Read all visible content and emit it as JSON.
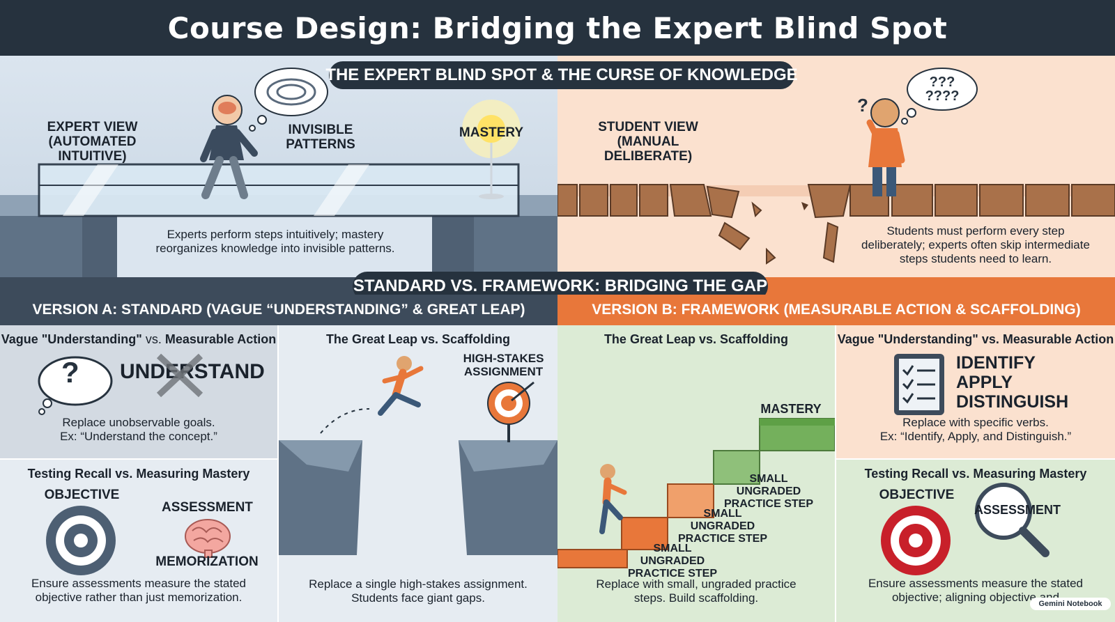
{
  "title": "Course Design: Bridging the Expert Blind Spot",
  "top_section": {
    "header": "THE EXPERT BLIND SPOT & THE CURSE OF KNOWLEDGE",
    "expert": {
      "label_line1": "EXPERT VIEW",
      "label_line2": "(AUTOMATED INTUITIVE)",
      "patterns_line1": "INVISIBLE",
      "patterns_line2": "PATTERNS",
      "mastery": "MASTERY",
      "caption_line1": "Experts perform steps intuitively; mastery",
      "caption_line2": "reorganizes knowledge into invisible patterns."
    },
    "student": {
      "label_line1": "STUDENT VIEW",
      "label_line2": "(MANUAL DELIBERATE)",
      "question_mark": "?",
      "thought": "??? ????",
      "caption_line1": "Students must perform every step",
      "caption_line2": "deliberately; experts often skip intermediate",
      "caption_line3": "steps students need to learn."
    }
  },
  "bottom_section": {
    "header": "STANDARD VS. FRAMEWORK: BRIDGING THE GAP",
    "version_a": "VERSION A: STANDARD (VAGUE “UNDERSTANDING” & GREAT LEAP)",
    "version_b": "VERSION B: FRAMEWORK (MEASURABLE ACTION & SCAFFOLDING)",
    "vs": "vs.",
    "a_understand": {
      "title_a": "Vague \"Understanding\"",
      "title_b": "Measurable Action",
      "word": "UNDERSTAND",
      "question": "?",
      "caption_line1": "Replace unobservable goals.",
      "caption_line2": "Ex: “Understand the concept.”"
    },
    "a_leap": {
      "title_a": "The Great Leap",
      "title_b": "Scaffolding",
      "target_line1": "HIGH-STAKES",
      "target_line2": "ASSIGNMENT",
      "caption_line1": "Replace a single high-stakes assignment.",
      "caption_line2": "Students face giant gaps."
    },
    "a_testing": {
      "title_a": "Testing Recall",
      "title_b": "Measuring Mastery",
      "objective": "OBJECTIVE",
      "assessment": "ASSESSMENT",
      "memorization": "MEMORIZATION",
      "caption_line1": "Ensure assessments measure the stated",
      "caption_line2": "objective rather than just memorization."
    },
    "b_scaffold": {
      "title_a": "The Great Leap",
      "title_b": "Scaffolding",
      "mastery": "MASTERY",
      "step_line1": "SMALL UNGRADED",
      "step_line2": "PRACTICE STEP",
      "caption_line1": "Replace with small, ungraded practice",
      "caption_line2": "steps. Build scaffolding."
    },
    "b_action": {
      "title_a": "Vague \"Understanding\"",
      "title_b": "Measurable Action",
      "verb1": "IDENTIFY",
      "verb2": "APPLY",
      "verb3": "DISTINGUISH",
      "caption_line1": "Replace with specific verbs.",
      "caption_line2": "Ex: “Identify, Apply, and Distinguish.”"
    },
    "b_testing": {
      "title_a": "Testing Recall",
      "title_b": "Measuring Mastery",
      "objective": "OBJECTIVE",
      "assessment": "ASSESSMENT",
      "caption_line1": "Ensure assessments measure the stated",
      "caption_line2": "objective; aligning objective and"
    }
  },
  "watermark": "Gemini Notebook",
  "colors": {
    "navy": "#26323e",
    "slate": "#3d4b5b",
    "orange": "#e8773a",
    "peach": "#fbe1cf",
    "mint": "#dcebd5",
    "target_red": "#c8202a"
  }
}
